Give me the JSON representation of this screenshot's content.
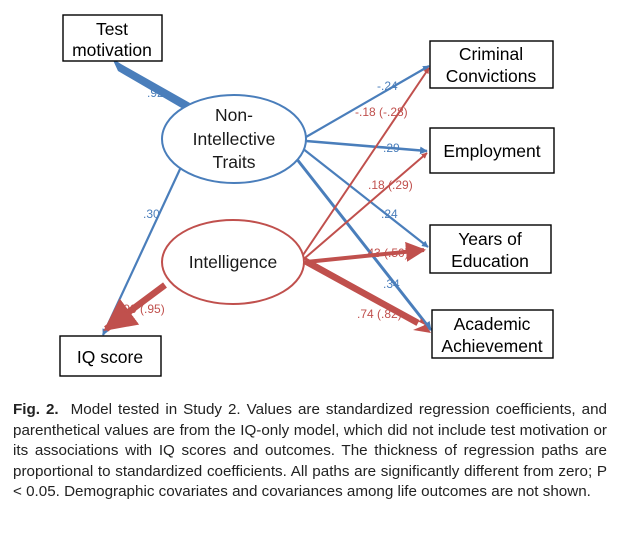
{
  "boxes": {
    "test_motivation": [
      "Test",
      "motivation"
    ],
    "iq_score": [
      "IQ score"
    ],
    "criminal_convictions": [
      "Criminal",
      "Convictions"
    ],
    "employment": [
      "Employment"
    ],
    "years_of_education": [
      "Years of",
      "Education"
    ],
    "academic_achievement": [
      "Academic",
      "Achievement"
    ]
  },
  "latents": {
    "non_intellective_traits": [
      "Non-",
      "Intellective",
      "Traits"
    ],
    "intelligence": [
      "Intelligence"
    ]
  },
  "paths": {
    "test_motivation_nit": ".92",
    "nit_iq": ".30",
    "int_iq": ".90 (.95)",
    "nit_criminal": "-.24",
    "int_criminal": "-.18 (-.28)",
    "nit_employment": ".29",
    "int_employment": ".18 (.29)",
    "nit_education": ".24",
    "int_education": ".43 (.50)",
    "nit_academic": ".34",
    "int_academic": ".74 (.82)"
  },
  "colors": {
    "blue": "#4a7ebb",
    "red": "#c0504d",
    "box_border": "#000000"
  },
  "caption": {
    "label": "Fig. 2.",
    "text": "Model tested in Study 2. Values are standardized regression coefficients, and parenthetical values are from the IQ-only model, which did not include test motivation or its associations with IQ scores and outcomes. The thickness of regression paths are proportional to standardized coefficients. All paths are significantly different from zero; P < 0.05. Demographic covariates and covariances among life outcomes are not shown."
  }
}
